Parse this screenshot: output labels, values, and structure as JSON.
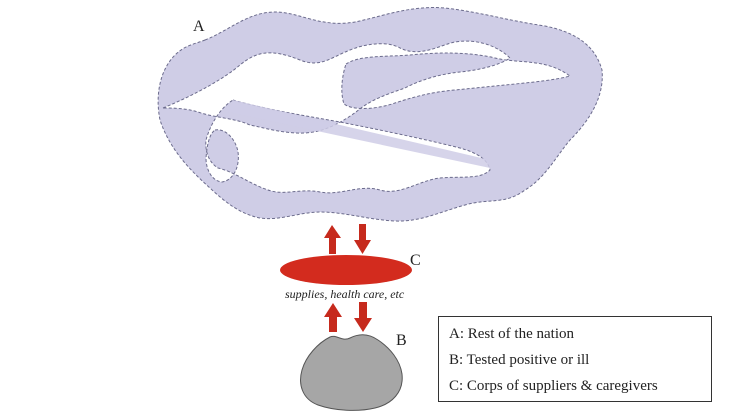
{
  "diagram": {
    "label_a": "A",
    "label_b": "B",
    "label_c": "C",
    "caption": "supplies, health care, etc"
  },
  "legend": {
    "items": [
      "A: Rest of the nation",
      "B: Tested positive or ill",
      "C: Corps of suppliers & caregivers"
    ]
  },
  "colors": {
    "region_a_fill": "#cfcde6",
    "region_a_stroke": "#6b6b8c",
    "ellipse_c": "#d32b1e",
    "arrow": "#c62a1d",
    "blob_b": "#a6a6a6"
  }
}
